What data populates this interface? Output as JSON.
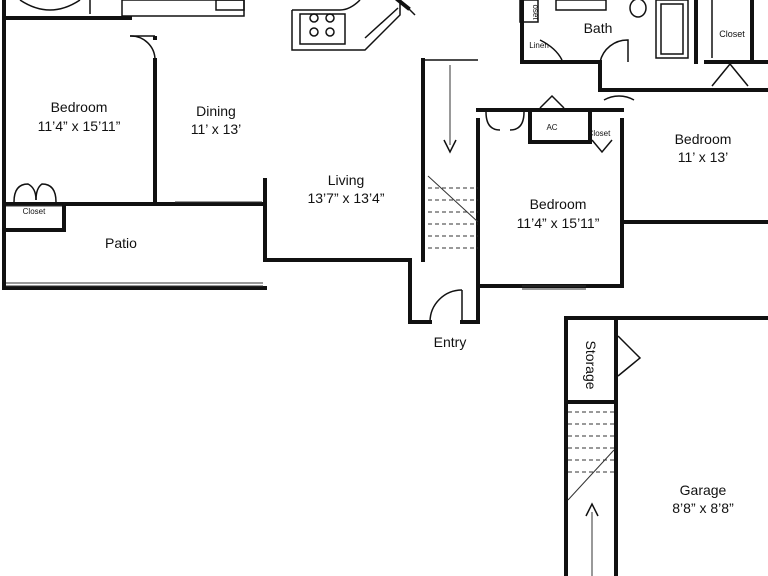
{
  "rooms": {
    "bedroom_left": {
      "name": "Bedroom",
      "size": "11’4” x 15’11”"
    },
    "dining": {
      "name": "Dining",
      "size": "11’ x 13’"
    },
    "living": {
      "name": "Living",
      "size": "13’7” x 13’4”"
    },
    "bedroom_center": {
      "name": "Bedroom",
      "size": "11’4” x 15’11”"
    },
    "bedroom_right": {
      "name": "Bedroom",
      "size": "11’ x 13’"
    },
    "garage": {
      "name": "Garage",
      "size": "8’8” x 8’8”"
    }
  },
  "labels": {
    "patio": "Patio",
    "entry": "Entry",
    "bath": "Bath",
    "closet_left": "Closet",
    "closet_right": "Closet",
    "closet_center": "Closet",
    "closet_top": "oset",
    "linen": "Linen",
    "ac": "AC",
    "storage": "Storage"
  }
}
